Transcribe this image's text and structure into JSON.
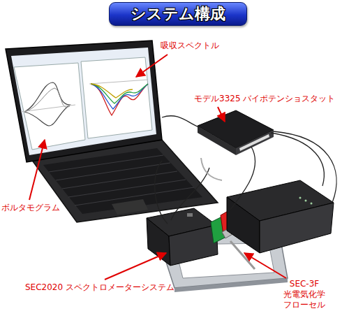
{
  "diagram": {
    "title": "システム構成",
    "labels": [
      "吸収スペクトル",
      "モデル3325 バイポテンショスタット",
      "ボルタモグラム",
      "SEC2020 スペクトロメーターシステム",
      "SEC-3F 光電気化学 フローセル"
    ]
  }
}
